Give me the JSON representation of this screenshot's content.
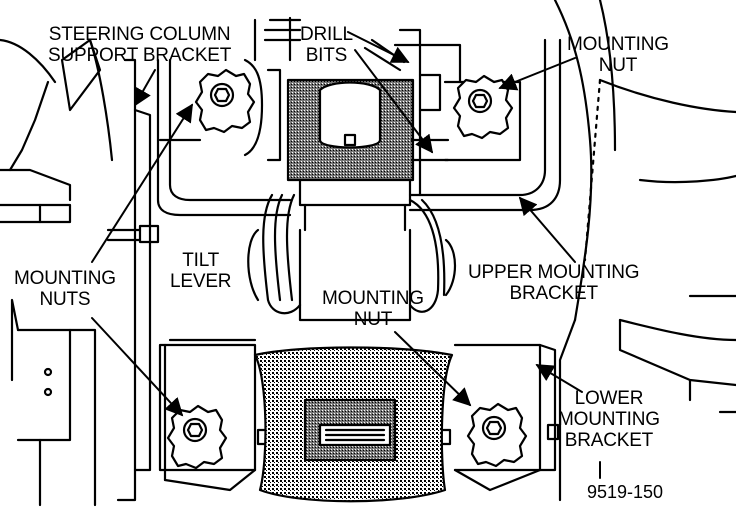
{
  "labels": {
    "steering_column_support_bracket": [
      "STEERING COLUMN",
      "SUPPORT BRACKET"
    ],
    "drill_bits": [
      "DRILL",
      "BITS"
    ],
    "mounting_nut_top": [
      "MOUNTING",
      "NUT"
    ],
    "tilt_lever": [
      "TILT",
      "LEVER"
    ],
    "mounting_nuts_left": [
      "MOUNTING",
      "NUTS"
    ],
    "mounting_nut_center": [
      "MOUNTING",
      "NUT"
    ],
    "upper_mounting_bracket": [
      "UPPER MOUNTING",
      "BRACKET"
    ],
    "lower_mounting_bracket": [
      "LOWER",
      "MOUNTING",
      "BRACKET"
    ]
  },
  "figure_number": "9519-150",
  "colors": {
    "ink": "#000000",
    "paper": "#ffffff",
    "shade": "#9a9a9a"
  }
}
